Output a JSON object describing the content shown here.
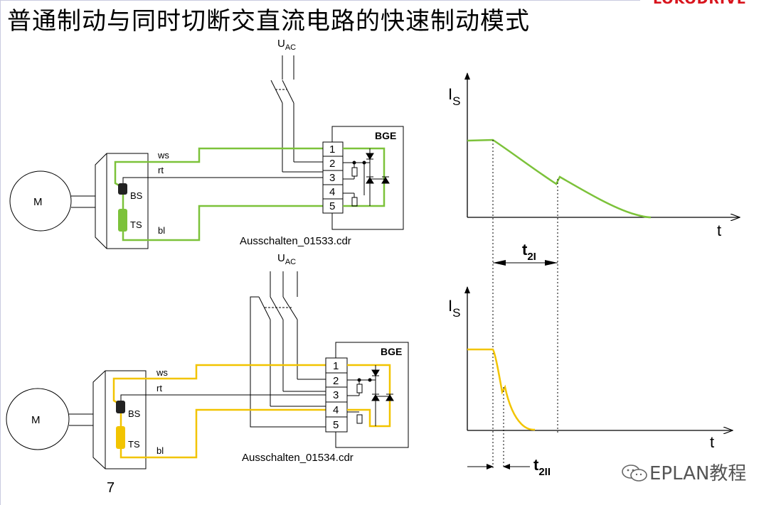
{
  "title": "普通制动与同时切断交直流电路的快速制动模式",
  "logo": "LOKODRIVE",
  "page_number": "7",
  "watermark": "EPLAN教程",
  "colors": {
    "green": "#7cc23a",
    "yellow": "#f2c400",
    "line": "#000000",
    "dark": "#222222"
  },
  "top_circuit": {
    "supply_label": "U",
    "supply_sub": "AC",
    "motor": "M",
    "wire_ws": "ws",
    "wire_rt": "rt",
    "wire_bl": "bl",
    "bs": "BS",
    "ts": "TS",
    "module": "BGE",
    "terminals": [
      "1",
      "2",
      "3",
      "4",
      "5"
    ],
    "filename": "Ausschalten_01533.cdr"
  },
  "bottom_circuit": {
    "supply_label": "U",
    "supply_sub": "AC",
    "motor": "M",
    "wire_ws": "ws",
    "wire_rt": "rt",
    "wire_bl": "bl",
    "bs": "BS",
    "ts": "TS",
    "module": "BGE",
    "terminals": [
      "1",
      "2",
      "3",
      "4",
      "5"
    ],
    "filename": "Ausschalten_01534.cdr"
  },
  "top_graph": {
    "y_label": "I",
    "y_sub": "S",
    "x_label": "t",
    "interval": "t",
    "interval_sub": "2I"
  },
  "bottom_graph": {
    "y_label": "I",
    "y_sub": "S",
    "x_label": "t",
    "interval": "t",
    "interval_sub": "2II"
  }
}
